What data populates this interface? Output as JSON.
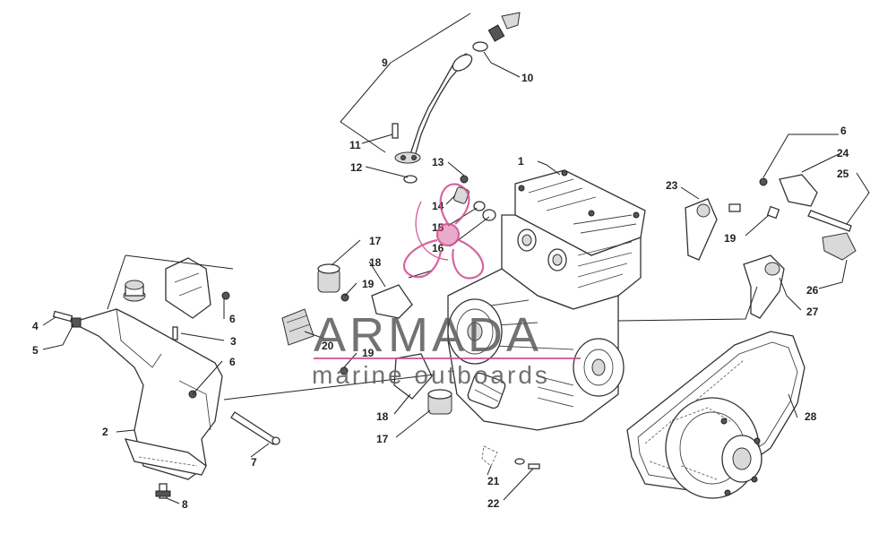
{
  "callouts": [
    {
      "id": "1",
      "label": "1"
    },
    {
      "id": "2",
      "label": "2"
    },
    {
      "id": "3",
      "label": "3"
    },
    {
      "id": "4",
      "label": "4"
    },
    {
      "id": "5",
      "label": "5"
    },
    {
      "id": "6a",
      "label": "6"
    },
    {
      "id": "6b",
      "label": "6"
    },
    {
      "id": "6c",
      "label": "6"
    },
    {
      "id": "7",
      "label": "7"
    },
    {
      "id": "8",
      "label": "8"
    },
    {
      "id": "9",
      "label": "9"
    },
    {
      "id": "10",
      "label": "10"
    },
    {
      "id": "11",
      "label": "11"
    },
    {
      "id": "12",
      "label": "12"
    },
    {
      "id": "13",
      "label": "13"
    },
    {
      "id": "14",
      "label": "14"
    },
    {
      "id": "15",
      "label": "15"
    },
    {
      "id": "16",
      "label": "16"
    },
    {
      "id": "17a",
      "label": "17"
    },
    {
      "id": "17b",
      "label": "17"
    },
    {
      "id": "18a",
      "label": "18"
    },
    {
      "id": "18b",
      "label": "18"
    },
    {
      "id": "19a",
      "label": "19"
    },
    {
      "id": "19b",
      "label": "19"
    },
    {
      "id": "19c",
      "label": "19"
    },
    {
      "id": "20",
      "label": "20"
    },
    {
      "id": "21",
      "label": "21"
    },
    {
      "id": "22",
      "label": "22"
    },
    {
      "id": "23",
      "label": "23"
    },
    {
      "id": "24",
      "label": "24"
    },
    {
      "id": "25",
      "label": "25"
    },
    {
      "id": "26",
      "label": "26"
    },
    {
      "id": "27",
      "label": "27"
    },
    {
      "id": "28",
      "label": "28"
    }
  ],
  "watermark": {
    "brand": "ARMADA",
    "tagline": "marine outboards",
    "color": "#d14a8f"
  }
}
